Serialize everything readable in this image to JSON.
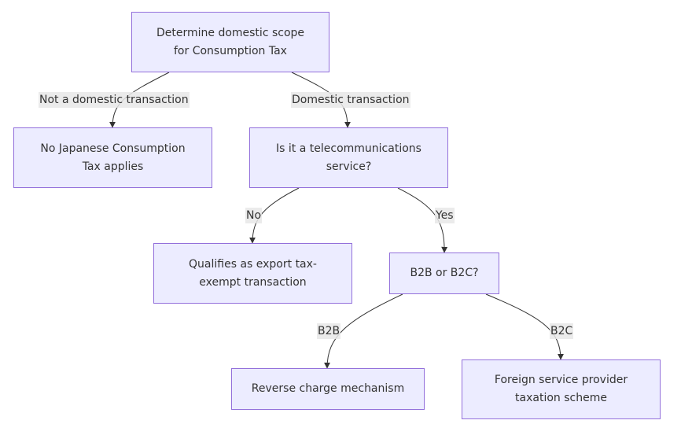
{
  "diagram": {
    "type": "flowchart",
    "direction": "top-down",
    "colors": {
      "node_fill": "#ECECFF",
      "node_border": "#9370DB",
      "edge": "#333333",
      "label_bg": "#E8E8E8",
      "text": "#333333"
    },
    "nodes": [
      {
        "id": "A",
        "lines": [
          "Determine domestic scope",
          "for Consumption Tax"
        ]
      },
      {
        "id": "B",
        "lines": [
          "No Japanese Consumption",
          "Tax applies"
        ]
      },
      {
        "id": "C",
        "lines": [
          "Is it a telecommunications",
          "service?"
        ]
      },
      {
        "id": "D",
        "lines": [
          "Qualifies as export tax-",
          "exempt transaction"
        ]
      },
      {
        "id": "E",
        "lines": [
          "B2B or B2C?"
        ]
      },
      {
        "id": "F",
        "lines": [
          "Reverse charge mechanism"
        ]
      },
      {
        "id": "G",
        "lines": [
          "Foreign service provider",
          "taxation scheme"
        ]
      }
    ],
    "edges": [
      {
        "from": "A",
        "to": "B",
        "label": "Not a domestic transaction"
      },
      {
        "from": "A",
        "to": "C",
        "label": "Domestic transaction"
      },
      {
        "from": "C",
        "to": "D",
        "label": "No"
      },
      {
        "from": "C",
        "to": "E",
        "label": "Yes"
      },
      {
        "from": "E",
        "to": "F",
        "label": "B2B"
      },
      {
        "from": "E",
        "to": "G",
        "label": "B2C"
      }
    ]
  }
}
